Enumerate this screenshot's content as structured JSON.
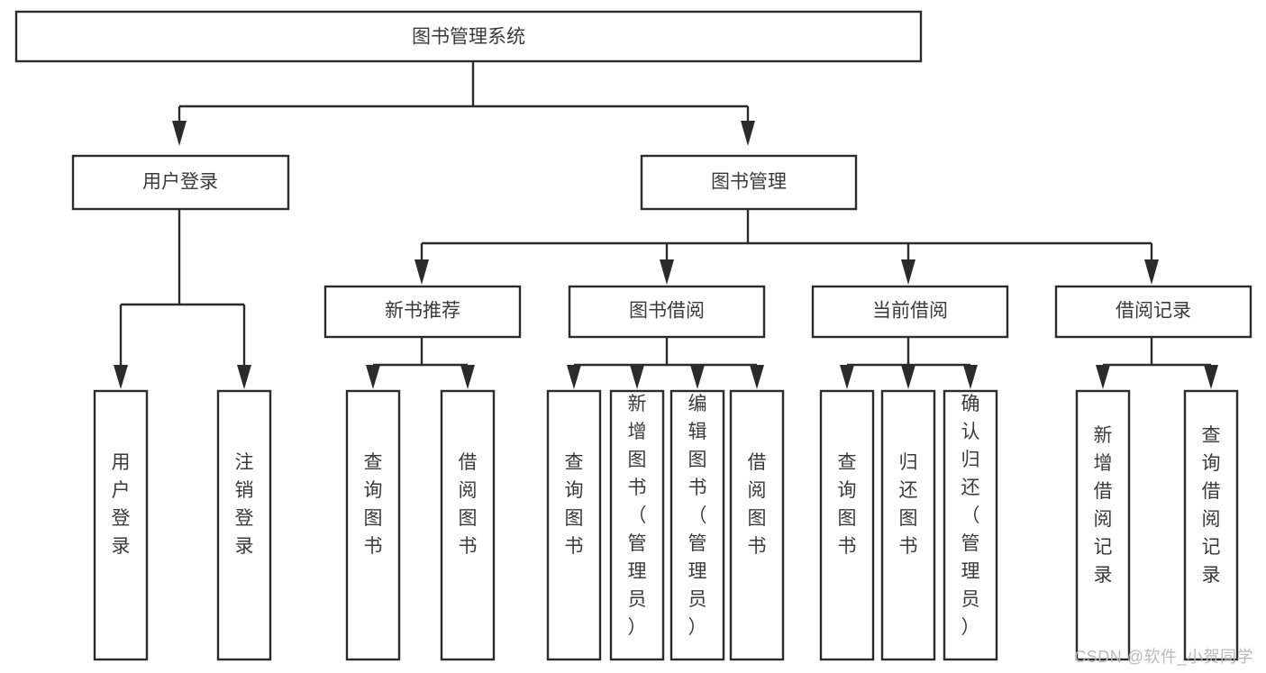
{
  "diagram": {
    "type": "tree-hierarchy-flowchart",
    "title": "图书管理系统",
    "watermark": "CSDN @软件_小贺同学",
    "colors": {
      "background": "#ffffff",
      "box_stroke": "#2b2b2b",
      "box_fill": "#ffffff",
      "text": "#3a3a3a",
      "watermark": "#b9b9b9"
    },
    "levels": {
      "root": {
        "label": "图书管理系统"
      },
      "level2": [
        {
          "label": "用户登录"
        },
        {
          "label": "图书管理"
        }
      ],
      "level3": [
        {
          "label": "新书推荐"
        },
        {
          "label": "图书借阅"
        },
        {
          "label": "当前借阅"
        },
        {
          "label": "借阅记录"
        }
      ]
    },
    "groups": [
      {
        "parent": "用户登录",
        "leaves": [
          {
            "label": "用户登录"
          },
          {
            "label": "注销登录"
          }
        ]
      },
      {
        "parent": "新书推荐",
        "leaves": [
          {
            "label": "查询图书"
          },
          {
            "label": "借阅图书"
          }
        ]
      },
      {
        "parent": "图书借阅",
        "leaves": [
          {
            "label": "查询图书"
          },
          {
            "label": "新增图书（管理员）"
          },
          {
            "label": "编辑图书（管理员）"
          },
          {
            "label": "借阅图书"
          }
        ]
      },
      {
        "parent": "当前借阅",
        "leaves": [
          {
            "label": "查询图书"
          },
          {
            "label": "归还图书"
          },
          {
            "label": "确认归还（管理员）"
          }
        ]
      },
      {
        "parent": "借阅记录",
        "leaves": [
          {
            "label": "新增借阅记录"
          },
          {
            "label": "查询借阅记录"
          }
        ]
      }
    ]
  }
}
